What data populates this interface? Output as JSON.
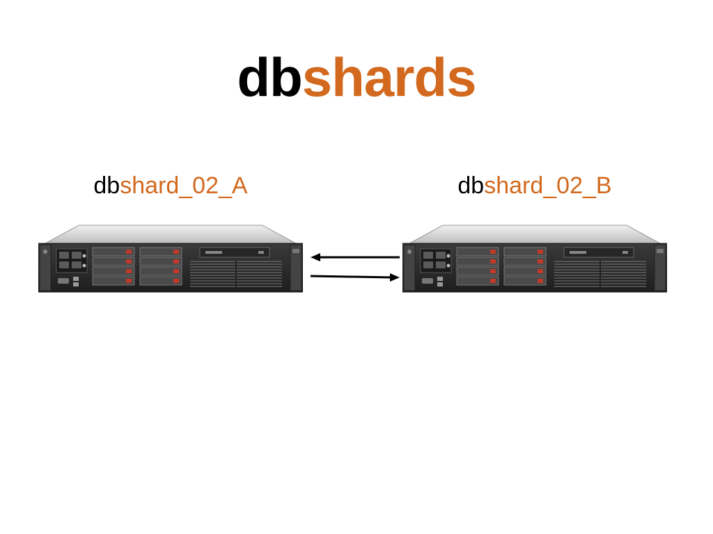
{
  "title": {
    "prefix": "db",
    "suffix": "shards"
  },
  "nodes": [
    {
      "prefix": "db",
      "suffix": "shard_02_A"
    },
    {
      "prefix": "db",
      "suffix": "shard_02_B"
    }
  ],
  "colors": {
    "accent": "#d2691e",
    "text": "#000000",
    "server_body": "#2b2b2b",
    "server_top": "#d9d9d9"
  },
  "icons": {
    "server": "rack-server-icon",
    "replication": "bidirectional-arrows-icon"
  }
}
